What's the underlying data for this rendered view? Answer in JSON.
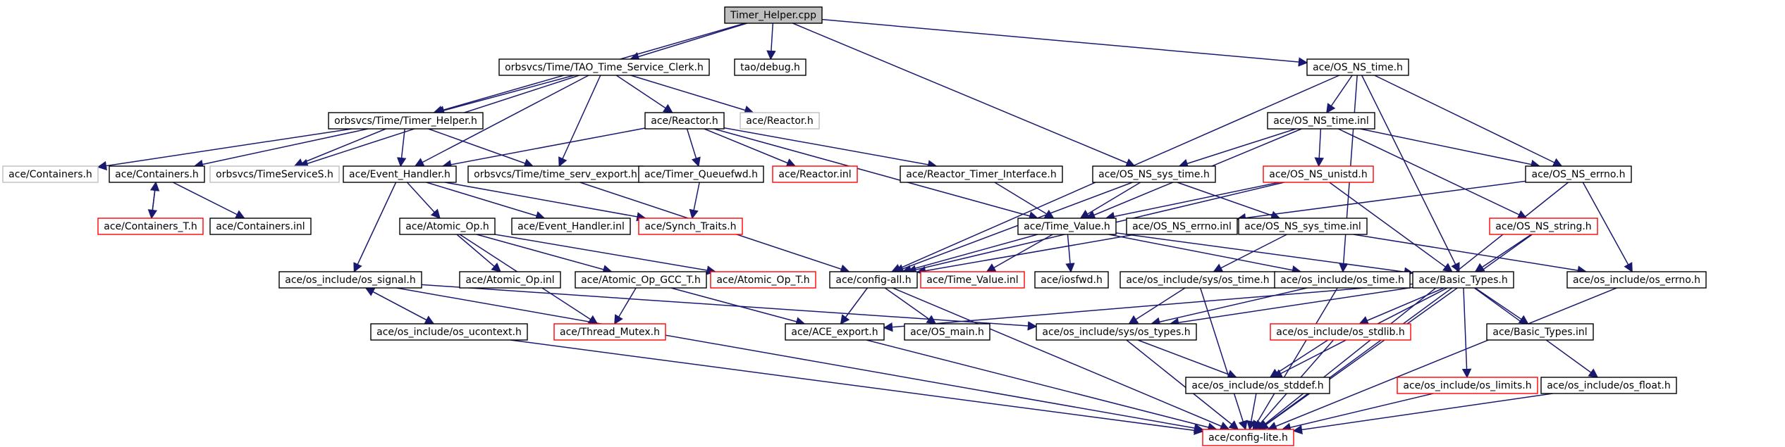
{
  "colors": {
    "edge": "#191970",
    "border_black": "#000000",
    "border_red": "#ff0000",
    "border_gray": "#bfbfbf",
    "root_fill": "#bfbfbf",
    "node_fill": "#ffffff"
  },
  "nodes": [
    {
      "id": "timer_helper_cpp",
      "label": "Timer_Helper.cpp",
      "style": "root"
    },
    {
      "id": "tao_time_service_clerk",
      "label": "orbsvcs/Time/TAO_Time_Service_Clerk.h",
      "style": "black"
    },
    {
      "id": "tao_debug",
      "label": "tao/debug.h",
      "style": "black"
    },
    {
      "id": "os_ns_time_h",
      "label": "ace/OS_NS_time.h",
      "style": "black"
    },
    {
      "id": "timer_helper_h",
      "label": "orbsvcs/Time/Timer_Helper.h",
      "style": "black"
    },
    {
      "id": "reactor_h",
      "label": "ace/Reactor.h",
      "style": "black"
    },
    {
      "id": "reactor_h_gray",
      "label": "ace/Reactor.h",
      "style": "gray"
    },
    {
      "id": "os_ns_time_inl",
      "label": "ace/OS_NS_time.inl",
      "style": "black"
    },
    {
      "id": "containers_h_gray",
      "label": "ace/Containers.h",
      "style": "gray"
    },
    {
      "id": "containers_h",
      "label": "ace/Containers.h",
      "style": "black"
    },
    {
      "id": "timeservices",
      "label": "orbsvcs/TimeServiceS.h",
      "style": "gray"
    },
    {
      "id": "event_handler_h",
      "label": "ace/Event_Handler.h",
      "style": "black"
    },
    {
      "id": "time_serv_export",
      "label": "orbsvcs/Time/time_serv_export.h",
      "style": "black"
    },
    {
      "id": "timer_queuefwd",
      "label": "ace/Timer_Queuefwd.h",
      "style": "black"
    },
    {
      "id": "reactor_inl",
      "label": "ace/Reactor.inl",
      "style": "red"
    },
    {
      "id": "reactor_timer_interface",
      "label": "ace/Reactor_Timer_Interface.h",
      "style": "black"
    },
    {
      "id": "os_ns_sys_time_h",
      "label": "ace/OS_NS_sys_time.h",
      "style": "black"
    },
    {
      "id": "os_ns_unistd_h",
      "label": "ace/OS_NS_unistd.h",
      "style": "red"
    },
    {
      "id": "os_ns_errno_h",
      "label": "ace/OS_NS_errno.h",
      "style": "black"
    },
    {
      "id": "containers_t_h",
      "label": "ace/Containers_T.h",
      "style": "red"
    },
    {
      "id": "containers_inl",
      "label": "ace/Containers.inl",
      "style": "black"
    },
    {
      "id": "atomic_op_h",
      "label": "ace/Atomic_Op.h",
      "style": "black"
    },
    {
      "id": "event_handler_inl",
      "label": "ace/Event_Handler.inl",
      "style": "black"
    },
    {
      "id": "synch_traits",
      "label": "ace/Synch_Traits.h",
      "style": "red"
    },
    {
      "id": "time_value_h",
      "label": "ace/Time_Value.h",
      "style": "black"
    },
    {
      "id": "os_ns_errno_inl",
      "label": "ace/OS_NS_errno.inl",
      "style": "black"
    },
    {
      "id": "os_ns_sys_time_inl",
      "label": "ace/OS_NS_sys_time.inl",
      "style": "black"
    },
    {
      "id": "os_ns_string_h",
      "label": "ace/OS_NS_string.h",
      "style": "red"
    },
    {
      "id": "os_signal_h",
      "label": "ace/os_include/os_signal.h",
      "style": "black"
    },
    {
      "id": "atomic_op_inl",
      "label": "ace/Atomic_Op.inl",
      "style": "black"
    },
    {
      "id": "atomic_op_gcc_t_h",
      "label": "ace/Atomic_Op_GCC_T.h",
      "style": "black"
    },
    {
      "id": "atomic_op_t_h",
      "label": "ace/Atomic_Op_T.h",
      "style": "red"
    },
    {
      "id": "config_all_h",
      "label": "ace/config-all.h",
      "style": "black"
    },
    {
      "id": "time_value_inl",
      "label": "ace/Time_Value.inl",
      "style": "red"
    },
    {
      "id": "iosfwd_h",
      "label": "ace/iosfwd.h",
      "style": "black"
    },
    {
      "id": "sys_os_time_h",
      "label": "ace/os_include/sys/os_time.h",
      "style": "black"
    },
    {
      "id": "os_time_h",
      "label": "ace/os_include/os_time.h",
      "style": "black"
    },
    {
      "id": "basic_types_h",
      "label": "ace/Basic_Types.h",
      "style": "black"
    },
    {
      "id": "os_errno_h",
      "label": "ace/os_include/os_errno.h",
      "style": "black"
    },
    {
      "id": "os_ucontext_h",
      "label": "ace/os_include/os_ucontext.h",
      "style": "black"
    },
    {
      "id": "thread_mutex_h",
      "label": "ace/Thread_Mutex.h",
      "style": "red"
    },
    {
      "id": "ace_export_h",
      "label": "ace/ACE_export.h",
      "style": "black"
    },
    {
      "id": "os_main_h",
      "label": "ace/OS_main.h",
      "style": "black"
    },
    {
      "id": "sys_os_types_h",
      "label": "ace/os_include/sys/os_types.h",
      "style": "black"
    },
    {
      "id": "os_stdlib_h",
      "label": "ace/os_include/os_stdlib.h",
      "style": "red"
    },
    {
      "id": "basic_types_inl",
      "label": "ace/Basic_Types.inl",
      "style": "black"
    },
    {
      "id": "os_stddef_h",
      "label": "ace/os_include/os_stddef.h",
      "style": "black"
    },
    {
      "id": "os_limits_h",
      "label": "ace/os_include/os_limits.h",
      "style": "red"
    },
    {
      "id": "os_float_h",
      "label": "ace/os_include/os_float.h",
      "style": "black"
    },
    {
      "id": "config_lite_h",
      "label": "ace/config-lite.h",
      "style": "red"
    }
  ],
  "edges": [
    [
      "timer_helper_cpp",
      "tao_time_service_clerk"
    ],
    [
      "timer_helper_cpp",
      "tao_debug"
    ],
    [
      "timer_helper_cpp",
      "os_ns_time_h"
    ],
    [
      "timer_helper_cpp",
      "timer_helper_h"
    ],
    [
      "timer_helper_cpp",
      "os_ns_sys_time_h"
    ],
    [
      "tao_time_service_clerk",
      "timer_helper_h"
    ],
    [
      "tao_time_service_clerk",
      "reactor_h"
    ],
    [
      "tao_time_service_clerk",
      "reactor_h_gray"
    ],
    [
      "tao_time_service_clerk",
      "timeservices"
    ],
    [
      "tao_time_service_clerk",
      "time_serv_export"
    ],
    [
      "tao_time_service_clerk",
      "event_handler_h"
    ],
    [
      "timer_helper_h",
      "containers_h_gray"
    ],
    [
      "timer_helper_h",
      "containers_h"
    ],
    [
      "timer_helper_h",
      "timeservices"
    ],
    [
      "timer_helper_h",
      "event_handler_h"
    ],
    [
      "timer_helper_h",
      "time_serv_export"
    ],
    [
      "reactor_h",
      "event_handler_h"
    ],
    [
      "reactor_h",
      "timer_queuefwd"
    ],
    [
      "reactor_h",
      "reactor_inl"
    ],
    [
      "reactor_h",
      "reactor_timer_interface"
    ],
    [
      "reactor_h",
      "time_value_h"
    ],
    [
      "os_ns_time_h",
      "os_ns_time_inl"
    ],
    [
      "os_ns_time_h",
      "config_all_h"
    ],
    [
      "os_ns_time_h",
      "basic_types_h"
    ],
    [
      "os_ns_time_h",
      "os_time_h"
    ],
    [
      "os_ns_time_h",
      "os_ns_errno_h"
    ],
    [
      "os_ns_time_inl",
      "os_ns_sys_time_h"
    ],
    [
      "os_ns_time_inl",
      "os_ns_unistd_h"
    ],
    [
      "os_ns_time_inl",
      "os_ns_errno_h"
    ],
    [
      "os_ns_time_inl",
      "os_ns_string_h"
    ],
    [
      "os_ns_time_inl",
      "time_value_h"
    ],
    [
      "containers_h",
      "containers_t_h"
    ],
    [
      "containers_t_h",
      "containers_h"
    ],
    [
      "containers_h",
      "containers_inl"
    ],
    [
      "event_handler_h",
      "atomic_op_h"
    ],
    [
      "event_handler_h",
      "event_handler_inl"
    ],
    [
      "event_handler_h",
      "synch_traits"
    ],
    [
      "event_handler_h",
      "os_signal_h"
    ],
    [
      "time_serv_export",
      "config_all_h"
    ],
    [
      "timer_queuefwd",
      "synch_traits"
    ],
    [
      "reactor_timer_interface",
      "time_value_h"
    ],
    [
      "os_ns_sys_time_h",
      "time_value_h"
    ],
    [
      "os_ns_sys_time_h",
      "os_ns_sys_time_inl"
    ],
    [
      "os_ns_sys_time_h",
      "config_all_h"
    ],
    [
      "os_ns_unistd_h",
      "time_value_h"
    ],
    [
      "os_ns_unistd_h",
      "basic_types_h"
    ],
    [
      "os_ns_unistd_h",
      "config_all_h"
    ],
    [
      "os_ns_errno_h",
      "os_ns_errno_inl"
    ],
    [
      "os_ns_errno_h",
      "os_errno_h"
    ],
    [
      "os_ns_errno_h",
      "config_lite_h"
    ],
    [
      "atomic_op_h",
      "atomic_op_inl"
    ],
    [
      "atomic_op_h",
      "atomic_op_gcc_t_h"
    ],
    [
      "atomic_op_h",
      "atomic_op_t_h"
    ],
    [
      "atomic_op_h",
      "thread_mutex_h"
    ],
    [
      "time_value_h",
      "config_all_h"
    ],
    [
      "time_value_h",
      "time_value_inl"
    ],
    [
      "time_value_h",
      "iosfwd_h"
    ],
    [
      "time_value_h",
      "os_time_h"
    ],
    [
      "time_value_h",
      "basic_types_h"
    ],
    [
      "os_ns_errno_inl",
      "config_all_h"
    ],
    [
      "os_ns_sys_time_inl",
      "sys_os_time_h"
    ],
    [
      "os_ns_sys_time_inl",
      "os_errno_h"
    ],
    [
      "os_ns_string_h",
      "basic_types_h"
    ],
    [
      "os_ns_string_h",
      "config_lite_h"
    ],
    [
      "os_signal_h",
      "os_ucontext_h"
    ],
    [
      "os_ucontext_h",
      "os_signal_h"
    ],
    [
      "os_signal_h",
      "sys_os_types_h"
    ],
    [
      "os_signal_h",
      "config_lite_h"
    ],
    [
      "atomic_op_gcc_t_h",
      "thread_mutex_h"
    ],
    [
      "atomic_op_gcc_t_h",
      "ace_export_h"
    ],
    [
      "config_all_h",
      "os_main_h"
    ],
    [
      "config_all_h",
      "ace_export_h"
    ],
    [
      "config_all_h",
      "config_lite_h"
    ],
    [
      "sys_os_time_h",
      "sys_os_types_h"
    ],
    [
      "sys_os_time_h",
      "config_lite_h"
    ],
    [
      "os_time_h",
      "sys_os_types_h"
    ],
    [
      "os_time_h",
      "config_lite_h"
    ],
    [
      "basic_types_h",
      "ace_export_h"
    ],
    [
      "basic_types_h",
      "sys_os_types_h"
    ],
    [
      "basic_types_h",
      "os_stdlib_h"
    ],
    [
      "basic_types_h",
      "os_stddef_h"
    ],
    [
      "basic_types_h",
      "basic_types_inl"
    ],
    [
      "basic_types_h",
      "os_limits_h"
    ],
    [
      "basic_types_h",
      "os_float_h"
    ],
    [
      "basic_types_h",
      "config_lite_h"
    ],
    [
      "os_errno_h",
      "config_lite_h"
    ],
    [
      "os_ucontext_h",
      "config_lite_h"
    ],
    [
      "ace_export_h",
      "config_lite_h"
    ],
    [
      "sys_os_types_h",
      "os_stddef_h"
    ],
    [
      "sys_os_types_h",
      "config_lite_h"
    ],
    [
      "os_stdlib_h",
      "os_stddef_h"
    ],
    [
      "os_stdlib_h",
      "config_lite_h"
    ],
    [
      "os_stddef_h",
      "config_lite_h"
    ],
    [
      "os_limits_h",
      "config_lite_h"
    ],
    [
      "os_float_h",
      "config_lite_h"
    ]
  ]
}
